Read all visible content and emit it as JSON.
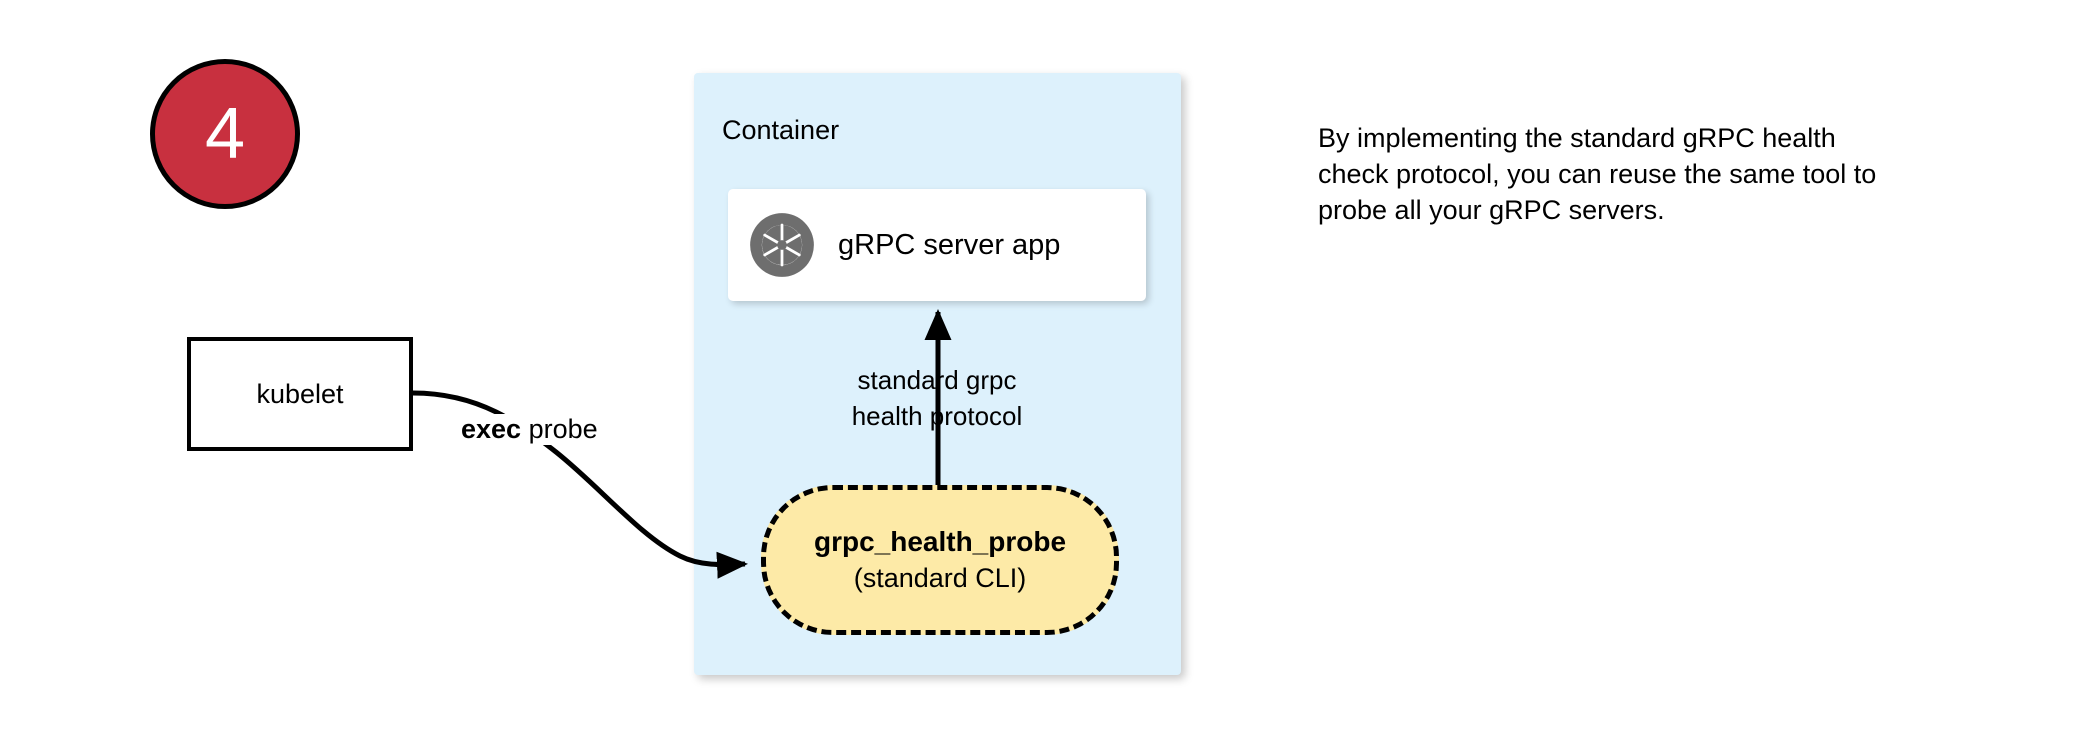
{
  "step": {
    "number": "4",
    "circle_color": "#c8303f",
    "border_color": "#000000",
    "text_color": "#ffffff"
  },
  "kubelet": {
    "label": "kubelet"
  },
  "edges": {
    "exec_probe_bold": "exec",
    "exec_probe_rest": " probe",
    "protocol_line1": "standard grpc",
    "protocol_line2": "health protocol"
  },
  "container": {
    "title": "Container",
    "fill_color": "#ddf1fc"
  },
  "grpc_server": {
    "label": "gRPC server app",
    "icon": "aperture-icon",
    "icon_color": "#6e6e6e",
    "card_color": "#ffffff"
  },
  "health_probe": {
    "title": "grpc_health_probe",
    "subtitle": "(standard CLI)",
    "fill_color": "#fdeaa7",
    "border_color": "#000000"
  },
  "side_note": {
    "text": "By implementing the standard gRPC health check protocol, you can reuse the same tool to probe all your gRPC servers."
  }
}
